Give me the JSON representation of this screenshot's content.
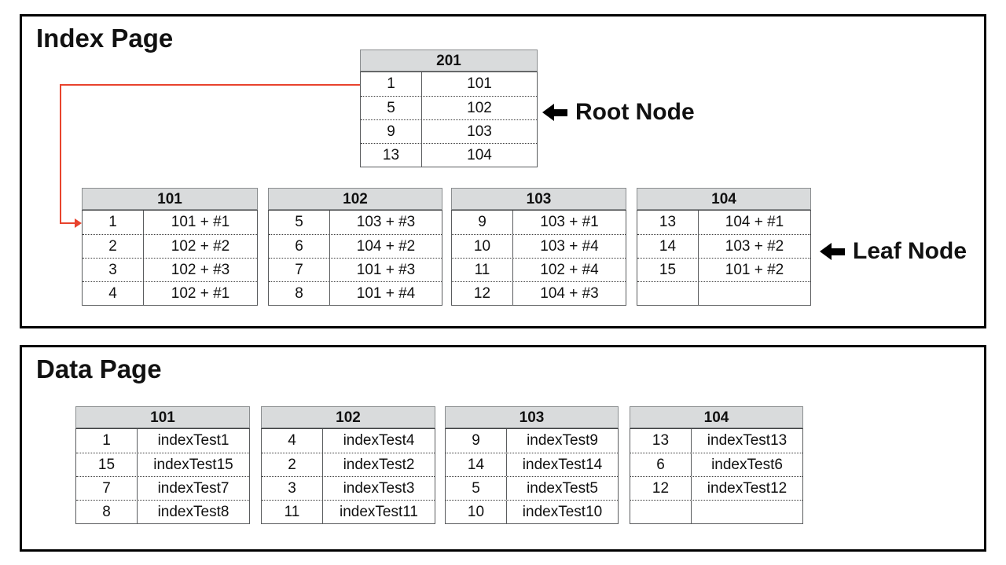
{
  "colors": {
    "accent_red": "#e8432d",
    "header_bg": "#d9dbdc"
  },
  "index_page": {
    "title": "Index Page",
    "root_label": "Root Node",
    "leaf_label": "Leaf Node",
    "root_node": {
      "header": "201",
      "rows": [
        [
          "1",
          "101"
        ],
        [
          "5",
          "102"
        ],
        [
          "9",
          "103"
        ],
        [
          "13",
          "104"
        ]
      ]
    },
    "leaf_nodes": [
      {
        "header": "101",
        "rows": [
          [
            "1",
            "101 + #1"
          ],
          [
            "2",
            "102 + #2"
          ],
          [
            "3",
            "102 + #3"
          ],
          [
            "4",
            "102 + #1"
          ]
        ]
      },
      {
        "header": "102",
        "rows": [
          [
            "5",
            "103 + #3"
          ],
          [
            "6",
            "104 + #2"
          ],
          [
            "7",
            "101 + #3"
          ],
          [
            "8",
            "101 + #4"
          ]
        ]
      },
      {
        "header": "103",
        "rows": [
          [
            "9",
            "103 + #1"
          ],
          [
            "10",
            "103 + #4"
          ],
          [
            "11",
            "102 + #4"
          ],
          [
            "12",
            "104 + #3"
          ]
        ]
      },
      {
        "header": "104",
        "rows": [
          [
            "13",
            "104 + #1"
          ],
          [
            "14",
            "103 + #2"
          ],
          [
            "15",
            "101 + #2"
          ],
          [
            "",
            ""
          ]
        ]
      }
    ]
  },
  "data_page": {
    "title": "Data Page",
    "tables": [
      {
        "header": "101",
        "rows": [
          [
            "1",
            "indexTest1"
          ],
          [
            "15",
            "indexTest15"
          ],
          [
            "7",
            "indexTest7"
          ],
          [
            "8",
            "indexTest8"
          ]
        ]
      },
      {
        "header": "102",
        "rows": [
          [
            "4",
            "indexTest4"
          ],
          [
            "2",
            "indexTest2"
          ],
          [
            "3",
            "indexTest3"
          ],
          [
            "11",
            "indexTest11"
          ]
        ]
      },
      {
        "header": "103",
        "rows": [
          [
            "9",
            "indexTest9"
          ],
          [
            "14",
            "indexTest14"
          ],
          [
            "5",
            "indexTest5"
          ],
          [
            "10",
            "indexTest10"
          ]
        ]
      },
      {
        "header": "104",
        "rows": [
          [
            "13",
            "indexTest13"
          ],
          [
            "6",
            "indexTest6"
          ],
          [
            "12",
            "indexTest12"
          ],
          [
            "",
            ""
          ]
        ]
      }
    ]
  }
}
